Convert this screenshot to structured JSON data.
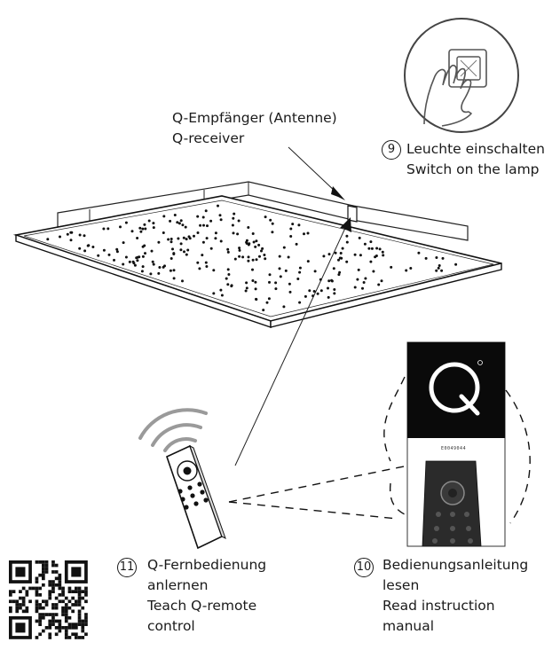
{
  "receiver": {
    "line1": "Q-Empfänger (Antenne)",
    "line2": "Q-receiver"
  },
  "step9": {
    "num": "9",
    "de": "Leuchte einschalten",
    "en": "Switch on the lamp"
  },
  "step11": {
    "num": "11",
    "de1": "Q-Fernbedienung",
    "de2": "anlernen",
    "en1": "Teach Q-remote",
    "en2": "control"
  },
  "step10": {
    "num": "10",
    "de1": "Bedienungsanleitung",
    "de2": "lesen",
    "en1": "Read instruction",
    "en2": "manual"
  },
  "manual": {
    "brand_letter": "Q",
    "code": "E0049044"
  },
  "icons": [
    "wall-switch-icon",
    "hand-icon",
    "remote-control-icon",
    "wireless-signal-icon",
    "qr-code-icon",
    "q-logo-icon"
  ]
}
